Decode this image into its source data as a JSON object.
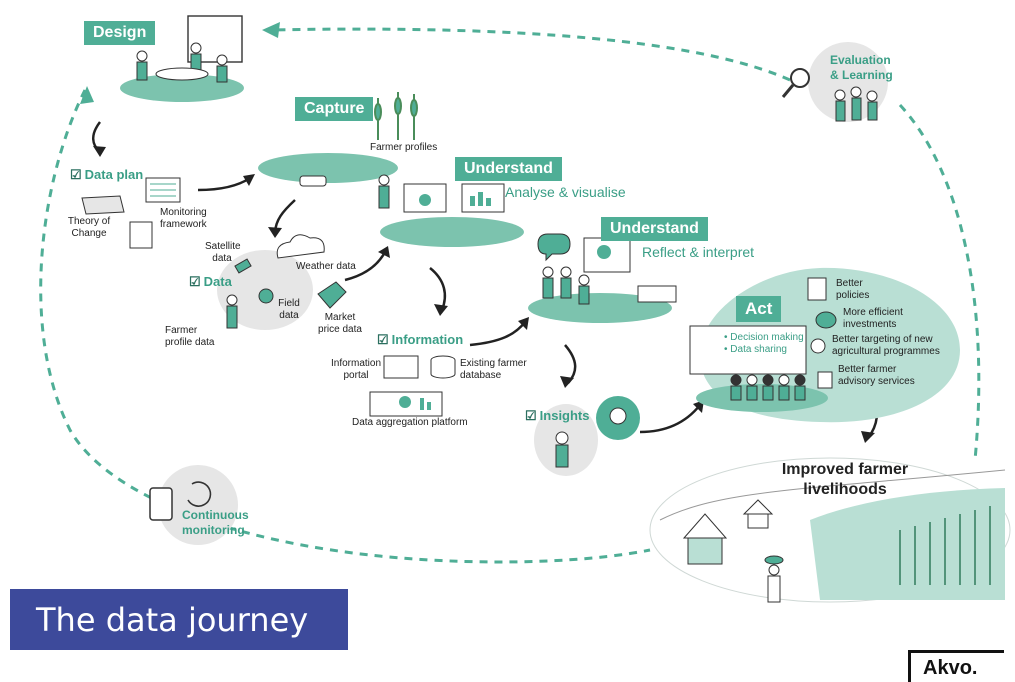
{
  "stages": {
    "design": "Design",
    "capture": "Capture",
    "understand_1": "Understand",
    "understand_1_sub": "Analyse & visualise",
    "understand_2": "Understand",
    "understand_2_sub": "Reflect & interpret",
    "act": "Act"
  },
  "data_plan": {
    "heading": "Data plan",
    "theory_of_change": "Theory of Change",
    "monitoring_framework": "Monitoring framework"
  },
  "capture": {
    "farmer_profiles": "Farmer profiles"
  },
  "data": {
    "heading": "Data",
    "satellite_data": "Satellite data",
    "weather_data": "Weather data",
    "field_data": "Field data",
    "market_price_data": "Market price data",
    "farmer_profile_data": "Farmer profile data"
  },
  "information": {
    "heading": "Information",
    "information_portal": "Information portal",
    "existing_farmer_database": "Existing farmer database",
    "data_aggregation_platform": "Data aggregation platform"
  },
  "insights": {
    "heading": "Insights"
  },
  "act": {
    "board_line1": "• Decision making",
    "board_line2": "• Data sharing",
    "outcomes": [
      "Better policies",
      "More efficient investments",
      "Better targeting of new agricultural programmes",
      "Better farmer advisory services"
    ]
  },
  "outcome": {
    "title": "Improved farmer livelihoods"
  },
  "evaluation": {
    "line1": "Evaluation",
    "line2": "& Learning"
  },
  "continuous": {
    "line1": "Continuous",
    "line2": "monitoring"
  },
  "title": "The data journey",
  "logo": "Akvo.",
  "colors": {
    "teal": "#4fae96",
    "teal_light": "#b9dfd4",
    "grey_blob": "#e6e6e6",
    "title_bg": "#3d4a9b"
  }
}
